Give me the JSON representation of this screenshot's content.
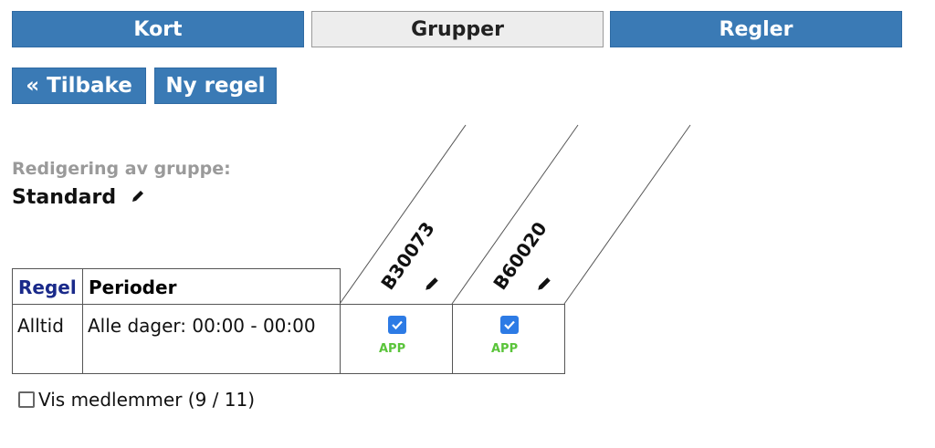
{
  "tabs": [
    {
      "label": "Kort"
    },
    {
      "label": "Grupper"
    },
    {
      "label": "Regler"
    }
  ],
  "actions": {
    "back_label": "« Tilbake",
    "new_rule_label": "Ny regel"
  },
  "group": {
    "heading": "Redigering av gruppe:",
    "name": "Standard"
  },
  "table": {
    "headers": {
      "rule": "Regel",
      "periods": "Perioder"
    },
    "columns": [
      {
        "label": "B30073"
      },
      {
        "label": "B60020"
      }
    ],
    "rows": [
      {
        "rule": "Alltid",
        "periods": "Alle dager: 00:00 - 00:00",
        "cells": [
          {
            "checked": true,
            "tag": "APP"
          },
          {
            "checked": true,
            "tag": "APP"
          }
        ]
      }
    ]
  },
  "members": {
    "label": "Vis medlemmer (9 / 11)",
    "checked": false
  },
  "colors": {
    "primary": "#3a7ab5",
    "checkbox": "#2d7be5",
    "app_tag": "#5ac43a",
    "rule_header": "#1a2a8a"
  }
}
